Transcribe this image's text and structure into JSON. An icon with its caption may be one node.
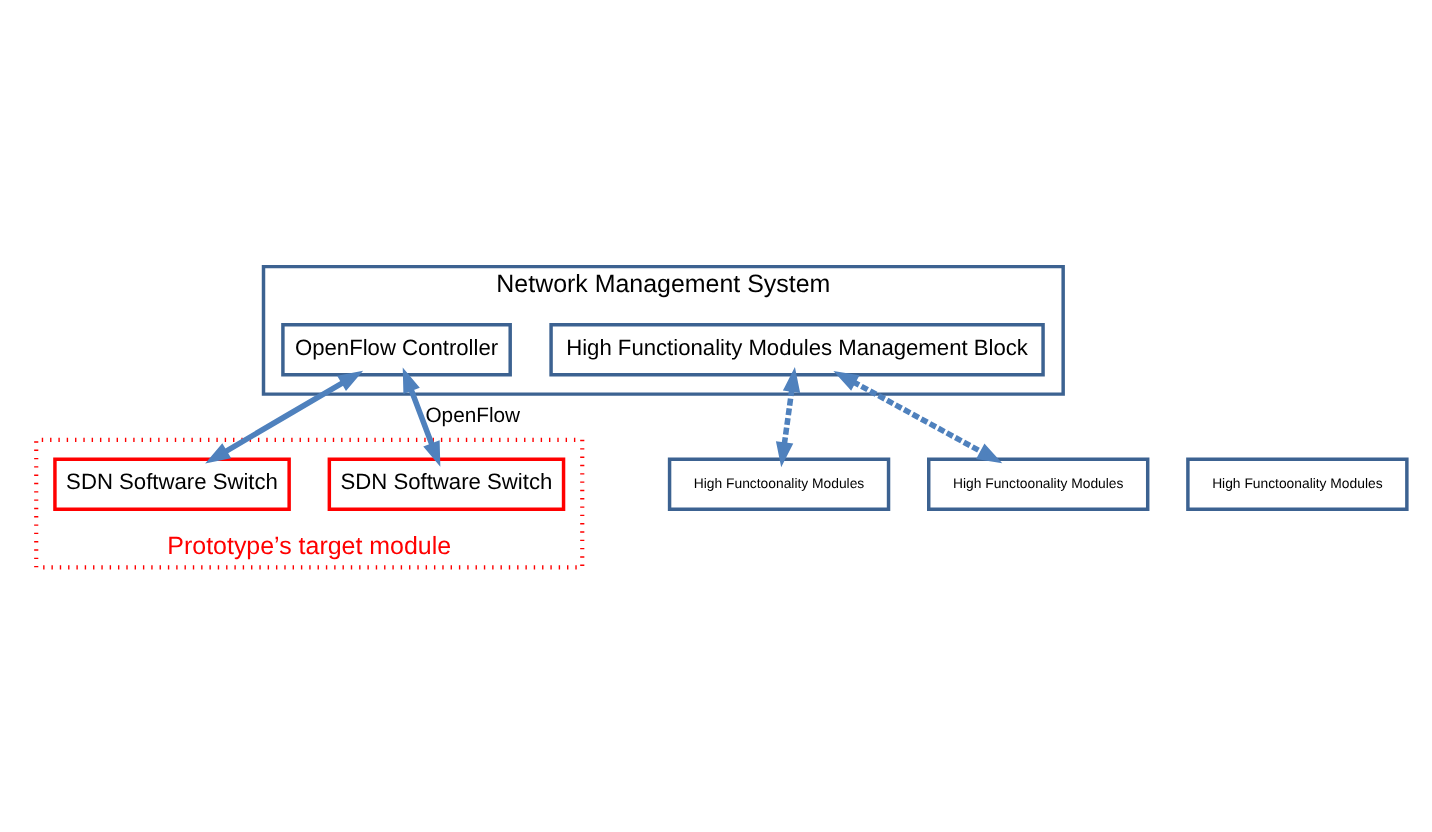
{
  "diagram": {
    "nodes": [
      {
        "text": [
          "Network Management System"
        ]
      },
      {
        "text": [
          "OpenFlow Controller"
        ],
        "in": 0
      },
      {
        "text": [
          "High Functionality Modules Management Block"
        ],
        "in": 0
      },
      {
        "text": [
          "High Functoonality Modules"
        ]
      },
      {
        "text": [
          "High Functoonality Modules"
        ]
      },
      {
        "text": [
          "High Functoonality Modules"
        ]
      },
      {
        "text": [
          "Prototype’s target module"
        ]
      },
      {
        "text": [
          "SDN Software Switch"
        ],
        "in": 6
      },
      {
        "text": [
          "SDN Software Switch"
        ],
        "in": 6
      }
    ],
    "edges": [
      {
        "from": 1,
        "to": 7,
        "arrow": "both"
      },
      {
        "from": 1,
        "to": 8,
        "arrow": "both",
        "label": "OpenFlow"
      },
      {
        "from": 2,
        "to": 3,
        "arrow": "both",
        "style": "dashed"
      },
      {
        "from": 2,
        "to": 5,
        "arrow": "both",
        "style": "dashed"
      }
    ]
  }
}
